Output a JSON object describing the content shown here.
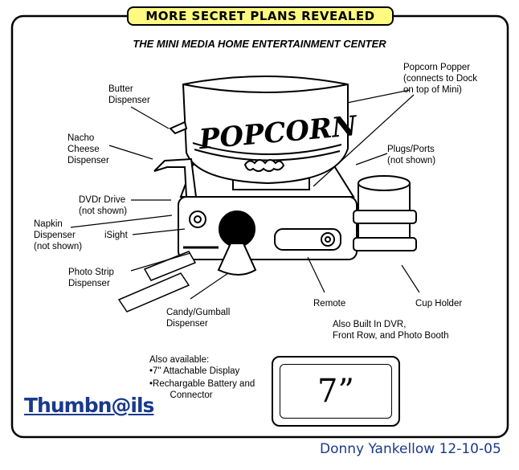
{
  "banner_title": "MORE SECRET PLANS REVEALED",
  "subtitle": "THE MINI MEDIA HOME ENTERTAINMENT CENTER",
  "popcorn_text": "POPCORN",
  "labels": {
    "butter": "Butter\nDispenser",
    "nacho": "Nacho\nCheese\nDispenser",
    "dvdr": "DVDr Drive\n(not shown)",
    "napkin": "Napkin\nDispenser\n(not shown)",
    "isight": "iSight",
    "photo_strip": "Photo Strip\nDispenser",
    "candy": "Candy/Gumball\nDispenser",
    "remote": "Remote",
    "cup_holder": "Cup Holder",
    "built_in": "Also Built In DVR,\nFront Row, and Photo Booth",
    "popper": "Popcorn Popper\n(connects to Dock\non top of Mini)",
    "plugs": "Plugs/Ports\n(not shown)"
  },
  "also_available": {
    "heading": "Also available:",
    "items": [
      "•7\" Attachable Display",
      "•Rechargable Battery and\n        Connector"
    ]
  },
  "display_size": "7”",
  "logo": "Thumbn@ils",
  "signature": "Donny Yankellow 12-10-05"
}
